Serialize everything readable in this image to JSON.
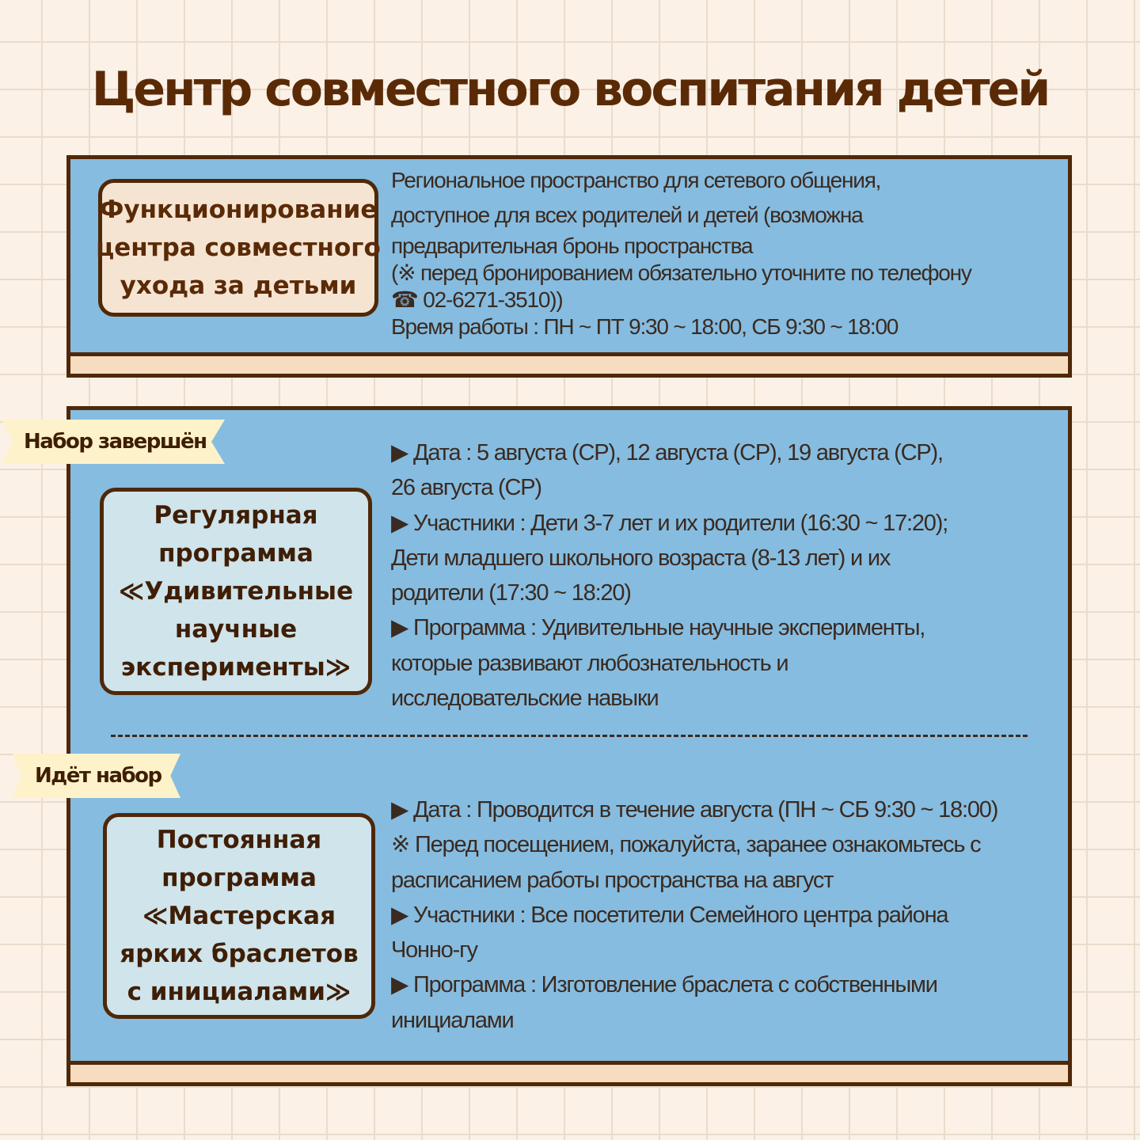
{
  "title": "Центр совместного воспитания детей",
  "section1": {
    "label_lines": [
      "Функционирование",
      "центра совместного",
      "ухода за детьми"
    ],
    "desc_lines": [
      "Региональное пространство для сетевого общения,",
      "доступное для всех родителей и детей (возможна",
      "предварительная бронь пространства",
      "(※ перед бронированием обязательно уточните по телефону",
      "☎ 02-6271-3510))",
      "Время работы : ПН ~ ПТ 9:30 ~ 18:00, СБ 9:30 ~ 18:00"
    ]
  },
  "section2": {
    "badge": "Набор завершён",
    "label_lines": [
      "Регулярная",
      "программа",
      "≪Удивительные",
      "научные",
      "эксперименты≫"
    ],
    "desc_lines": [
      "▶ Дата : 5 августа (СР), 12 августа (СР), 19 августа (СР),",
      "26 августа (СР)",
      "▶ Участники : Дети 3-7 лет и их родители (16:30 ~ 17:20);",
      " Дети младшего школьного возраста (8-13 лет) и их",
      "родители (17:30 ~ 18:20)",
      "▶ Программа : Удивительные научные эксперименты,",
      "которые развивают любознательность и",
      "исследовательские навыки"
    ]
  },
  "section3": {
    "badge": "Идёт набор",
    "label_lines": [
      "Постоянная",
      "программа",
      "≪Мастерская",
      "ярких браслетов",
      "с инициалами≫"
    ],
    "desc_lines": [
      "▶ Дата : Проводится в течение августа (ПН ~ СБ 9:30 ~ 18:00)",
      "※ Перед посещением, пожалуйста, заранее ознакомьтесь с",
      "расписанием работы пространства на август",
      "▶ Участники : Все посетители Семейного центра района",
      "Чонно-гу",
      "▶ Программа : Изготовление браслета с собственными",
      "инициалами"
    ]
  }
}
